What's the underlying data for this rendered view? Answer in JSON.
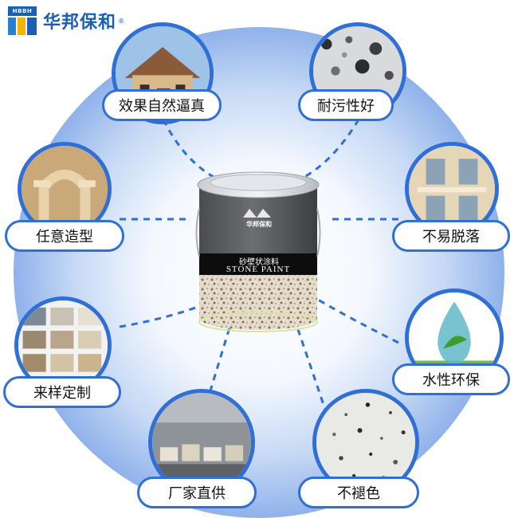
{
  "brand": {
    "badge": "HBBH",
    "name": "华邦保和",
    "reg": "®"
  },
  "product": {
    "label_cn_small": "华邦保和",
    "label_type": "砂壁状涂料",
    "label_en": "STONE PAINT"
  },
  "features": [
    {
      "id": "natural",
      "label": "效果自然逼真",
      "icon": "villa-photo-icon"
    },
    {
      "id": "stain",
      "label": "耐污性好",
      "icon": "granite-texture-icon"
    },
    {
      "id": "shape",
      "label": "任意造型",
      "icon": "column-arch-icon"
    },
    {
      "id": "peel",
      "label": "不易脱落",
      "icon": "building-facade-icon"
    },
    {
      "id": "sample",
      "label": "来样定制",
      "icon": "color-swatch-icon"
    },
    {
      "id": "eco",
      "label": "水性环保",
      "icon": "water-drop-leaf-icon"
    },
    {
      "id": "factory",
      "label": "厂家直供",
      "icon": "warehouse-icon"
    },
    {
      "id": "fade",
      "label": "不褪色",
      "icon": "speckle-texture-icon"
    }
  ],
  "colors": {
    "accent": "#2f6fd6",
    "circle_inner": "#ffffff",
    "circle_outer": "#7fa6e6",
    "brand": "#1a5fb4"
  }
}
